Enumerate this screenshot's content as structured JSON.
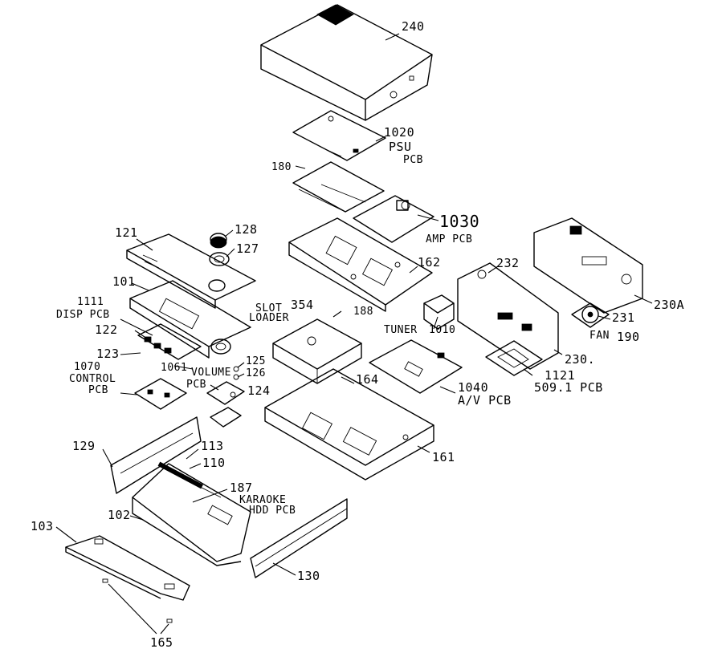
{
  "labels": {
    "p240": "240",
    "p1020": "1020",
    "psu_l1": "PSU",
    "psu_l2": "PCB",
    "p180": "180",
    "p1030": "1030",
    "amp": "AMP PCB",
    "p128": "128",
    "p127": "127",
    "p121": "121",
    "p162": "162",
    "p232": "232",
    "p230a": "230A",
    "p101": "101",
    "slot_l1": "SLOT",
    "slot_l2": "LOADER",
    "p354": "354",
    "p188": "188",
    "p231": "231",
    "p1111": "1111",
    "disp": "DISP PCB",
    "tuner": "TUNER",
    "p1010": "1010",
    "fan": "FAN",
    "p190": "190",
    "p122": "122",
    "p230": "230.",
    "p123": "123",
    "p1061": "1061",
    "volume": "VOLUME",
    "vol_pcb": "PCB",
    "p125": "125",
    "p126": "126",
    "p164": "164",
    "p1121": "1121",
    "p5091": "509.1 PCB",
    "p1070": "1070",
    "control_l1": "CONTROL",
    "control_l2": "PCB",
    "p124": "124",
    "p1040": "1040",
    "av": "A/V PCB",
    "p161": "161",
    "p129": "129",
    "p113": "113",
    "p110": "110",
    "p187": "187",
    "karaoke": "KARAOKE",
    "hdd": "HDD PCB",
    "p102": "102",
    "p103": "103",
    "p130": "130",
    "p165": "165"
  }
}
